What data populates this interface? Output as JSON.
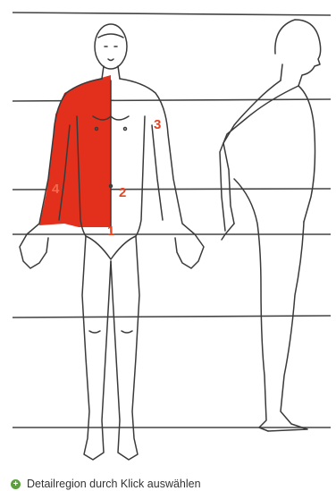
{
  "regions": [
    {
      "id": "1",
      "label": "1",
      "selected": false
    },
    {
      "id": "2",
      "label": "2",
      "selected": false
    },
    {
      "id": "3",
      "label": "3",
      "selected": false
    },
    {
      "id": "4",
      "label": "4",
      "selected": true
    }
  ],
  "colors": {
    "selected_region": "#e2301c",
    "region_label": "#e8421f",
    "outline": "#3a3a3a",
    "grid_line": "#444444",
    "hint_icon": "#5aa03c"
  },
  "hint": {
    "icon": "plus-circle-icon",
    "text": "Detailregion durch Klick auswählen"
  }
}
